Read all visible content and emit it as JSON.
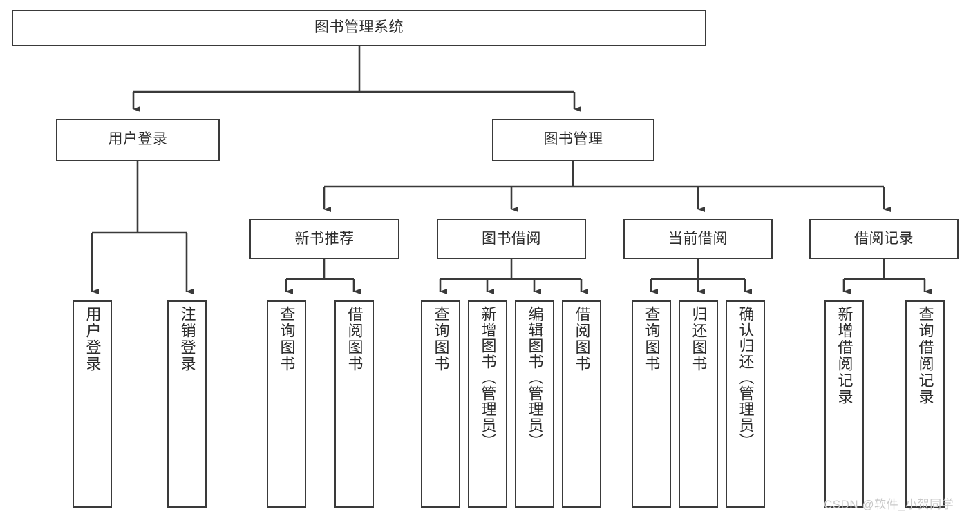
{
  "diagram": {
    "title": "图书管理系统",
    "type": "tree-hierarchy",
    "root": {
      "label": "图书管理系统"
    },
    "level2": [
      {
        "label": "用户登录"
      },
      {
        "label": "图书管理"
      }
    ],
    "level3": [
      {
        "label": "新书推荐"
      },
      {
        "label": "图书借阅"
      },
      {
        "label": "当前借阅"
      },
      {
        "label": "借阅记录"
      }
    ],
    "leaves": {
      "user_login": [
        {
          "label": "用户登录"
        },
        {
          "label": "注销登录"
        }
      ],
      "new_book_recommend": [
        {
          "label": "查询图书"
        },
        {
          "label": "借阅图书"
        }
      ],
      "book_borrow": [
        {
          "label": "查询图书"
        },
        {
          "label": "新增图书（管理员）"
        },
        {
          "label": "编辑图书（管理员）"
        },
        {
          "label": "借阅图书"
        }
      ],
      "current_borrow": [
        {
          "label": "查询图书"
        },
        {
          "label": "归还图书"
        },
        {
          "label": "确认归还（管理员）"
        }
      ],
      "borrow_record": [
        {
          "label": "新增借阅记录"
        },
        {
          "label": "查询借阅记录"
        }
      ]
    }
  },
  "watermark": {
    "text": "CSDN @软件_小贺同学"
  },
  "colors": {
    "stroke": "#3a3a3a",
    "text": "#2b2b2b",
    "background": "#ffffff",
    "watermark": "#c9c9c9"
  }
}
